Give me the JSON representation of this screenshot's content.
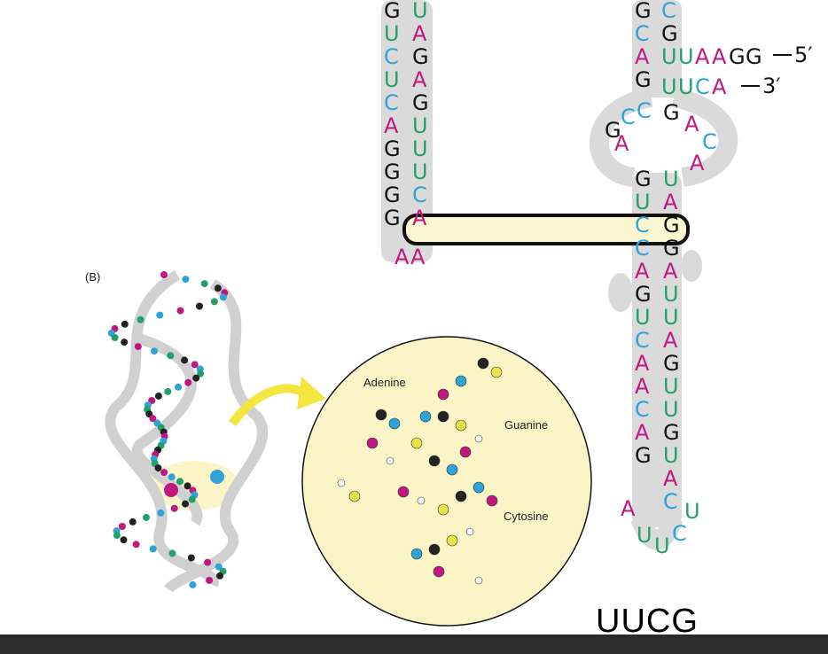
{
  "colors": {
    "A": "#c0187f",
    "U": "#23a06a",
    "G": "#111111",
    "C": "#2fa3d6",
    "backbone": "#d8d8d8",
    "highlight": "#fbf6d2",
    "circle_fill": "#fbf4c6",
    "arrow": "#f3e640"
  },
  "left_strand": [
    "G",
    "U",
    "C",
    "U",
    "C",
    "A",
    "G",
    "G",
    "G",
    "G"
  ],
  "right_strand": [
    "U",
    "A",
    "G",
    "A",
    "G",
    "U",
    "U",
    "U",
    "C",
    "A"
  ],
  "left_loop": [
    "A",
    "A"
  ],
  "right_top_left": [
    "G",
    "C",
    "A",
    "G"
  ],
  "right_top_right": [
    "C",
    "G"
  ],
  "end_5": {
    "seq": [
      "U",
      "U",
      "A",
      "A",
      "G",
      "G"
    ],
    "label": "5′"
  },
  "end_3": {
    "seq": [
      "U",
      "U",
      "C",
      "A"
    ],
    "label": "3′"
  },
  "bulge": [
    "C",
    "C",
    "G",
    "A",
    "C",
    "A",
    "A",
    "G"
  ],
  "stem_left": [
    "G",
    "U",
    "C",
    "C",
    "A",
    "G",
    "U",
    "C",
    "A",
    "A",
    "C",
    "A",
    "G"
  ],
  "stem_right": [
    "U",
    "A",
    "G",
    "G",
    "A",
    "U",
    "U",
    "A",
    "G",
    "U",
    "U",
    "G",
    "U",
    "A",
    "C"
  ],
  "tetraloop": [
    "U",
    "U",
    "C",
    "U",
    "A"
  ],
  "panel_label": "(B)",
  "molecule_labels": {
    "adenine": "Adenine",
    "guanine": "Guanine",
    "cytosine": "Cytosine"
  },
  "footer_label": "UUCG"
}
